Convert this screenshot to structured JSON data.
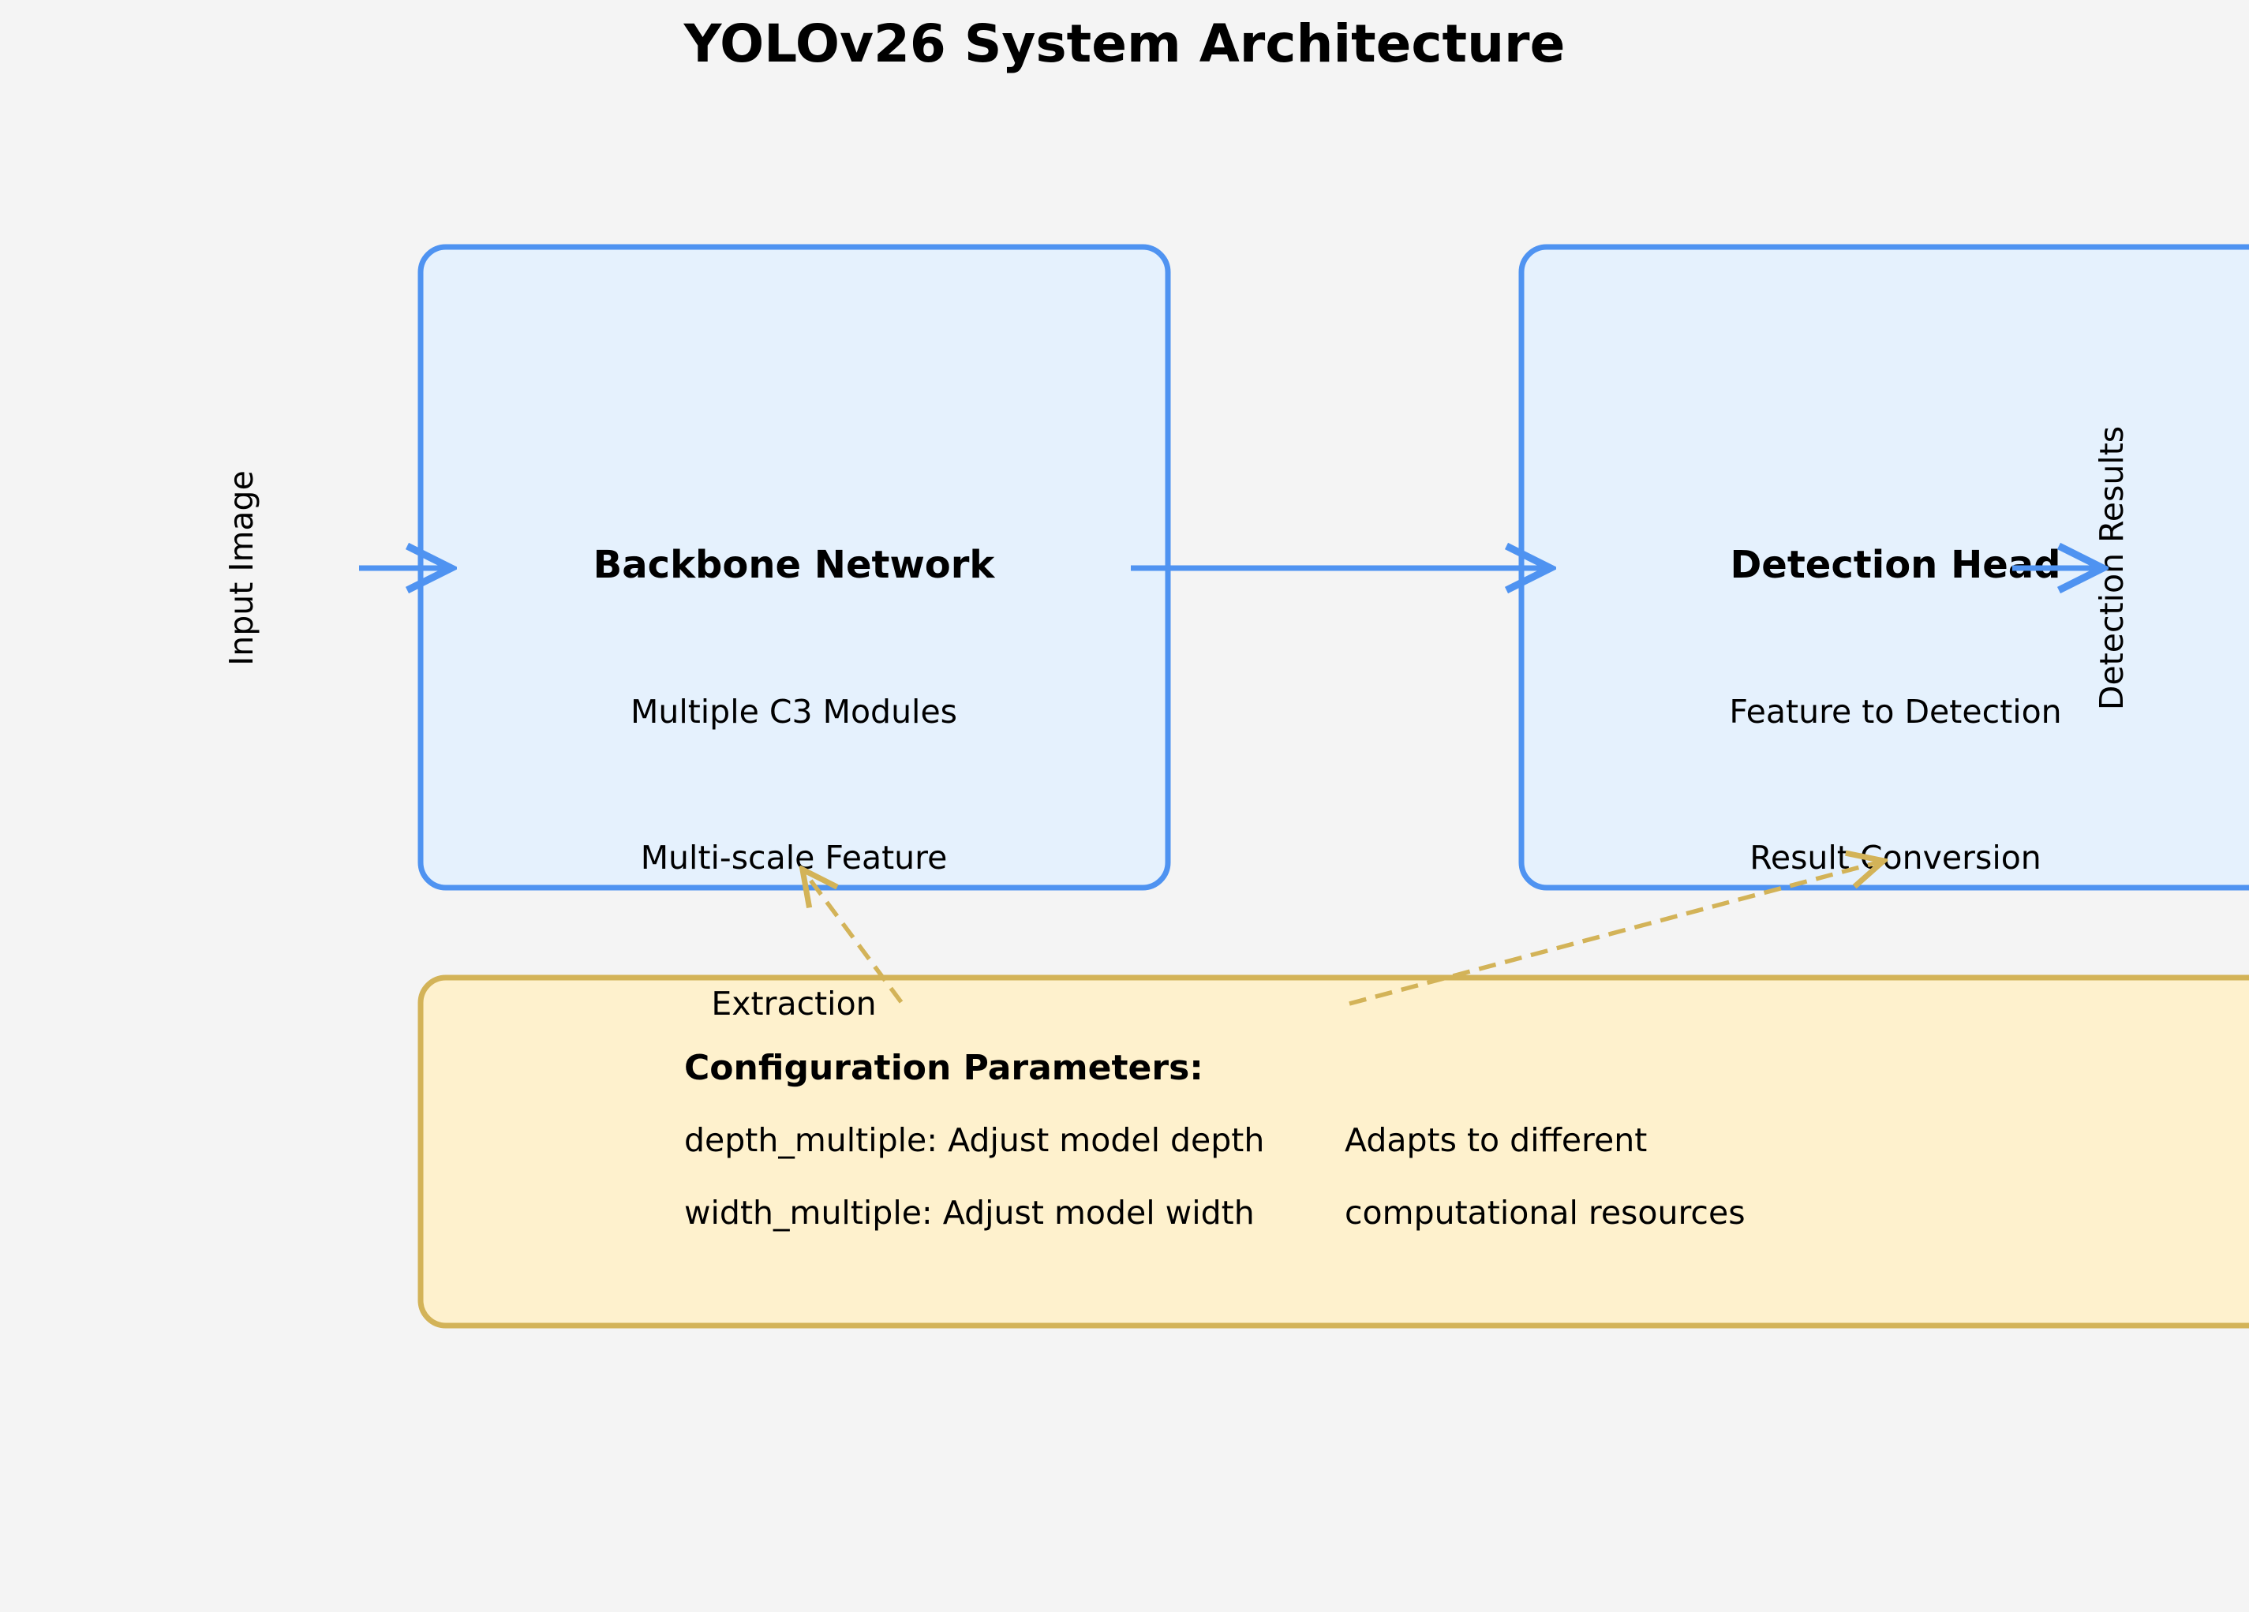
{
  "title": "YOLOv26 System Architecture",
  "input_label": "Input Image",
  "output_label": "Detection Results",
  "backbone": {
    "title": "Backbone Network",
    "line1": "Multiple C3 Modules",
    "line2": "Multi-scale Feature",
    "line3": "Extraction"
  },
  "head": {
    "title": "Detection Head",
    "line1": "Feature to Detection",
    "line2": "Result Conversion"
  },
  "config": {
    "title": "Configuration Parameters:",
    "depth": "depth_multiple: Adjust model depth",
    "width": "width_multiple: Adjust model width",
    "note1": "Adapts to different",
    "note2": "computational resources"
  },
  "colors": {
    "background": "#f4f4f4",
    "box_fill": "#e5f1fd",
    "box_stroke": "#4f93f1",
    "config_fill": "#fef1cd",
    "config_stroke": "#d3b358",
    "arrow": "#4f93f1",
    "dashed_arrow": "#d3b358"
  }
}
